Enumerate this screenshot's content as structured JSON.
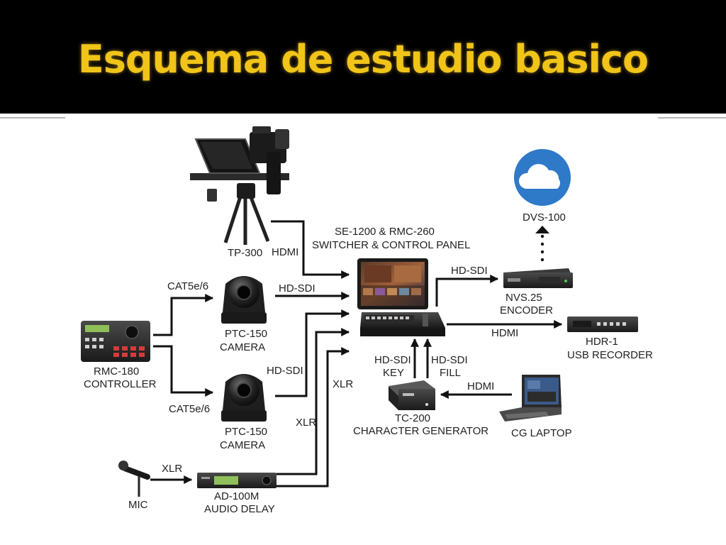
{
  "title": "Esquema de estudio basico",
  "colors": {
    "title": "#f0c419",
    "header_bg": "#000000",
    "cloud": "#2f79c9",
    "line": "#111111"
  },
  "devices": {
    "teleprompter": {
      "name": "TP-300"
    },
    "switcher": {
      "line1": "SE-1200 & RMC-260",
      "line2": "SWITCHER & CONTROL PANEL"
    },
    "cloud": {
      "name": "DVS-100",
      "icon": "cloud-icon"
    },
    "encoder": {
      "line1": "NVS.25",
      "line2": "ENCODER"
    },
    "recorder": {
      "line1": "HDR-1",
      "line2": "USB RECORDER"
    },
    "controller": {
      "line1": "RMC-180",
      "line2": "CONTROLLER"
    },
    "camera_top": {
      "line1": "PTC-150",
      "line2": "CAMERA"
    },
    "camera_bottom": {
      "line1": "PTC-150",
      "line2": "CAMERA"
    },
    "char_gen": {
      "line1": "TC-200",
      "line2": "CHARACTER GENERATOR"
    },
    "laptop": {
      "name": "CG LAPTOP"
    },
    "mic": {
      "name": "MIC"
    },
    "audio_delay": {
      "line1": "AD-100M",
      "line2": "AUDIO DELAY"
    }
  },
  "connections": {
    "tp_to_switcher": "HDMI",
    "ctrl_to_cam_top": "CAT5e/6",
    "ctrl_to_cam_bottom": "CAT5e/6",
    "cam_top_to_switcher": "HD-SDI",
    "cam_bottom_to_switcher": "HD-SDI",
    "switcher_to_encoder": "HD-SDI",
    "switcher_to_recorder": "HDMI",
    "cg_key_line1": "HD-SDI",
    "cg_key_line2": "KEY",
    "cg_fill_line1": "HD-SDI",
    "cg_fill_line2": "FILL",
    "laptop_to_cg": "HDMI",
    "mic_to_delay": "XLR",
    "delay_xlr_a": "XLR",
    "delay_xlr_b": "XLR"
  }
}
